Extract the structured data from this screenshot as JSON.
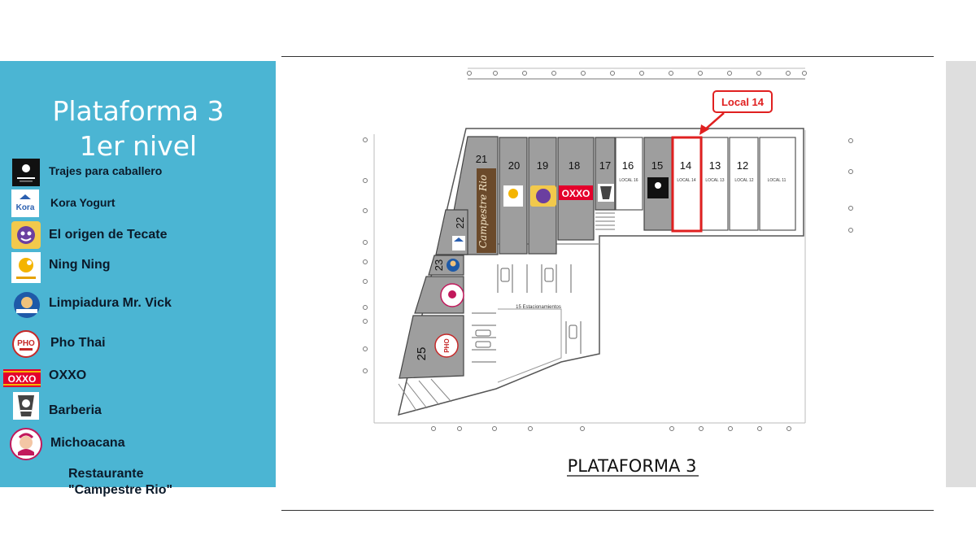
{
  "panel": {
    "title_line1": "Plataforma 3",
    "title_line2": "1er nivel",
    "background": "#4bb5d3"
  },
  "legend": [
    {
      "label": "Trajes para caballero",
      "icon": "suit-shop-logo-icon"
    },
    {
      "label": "Kora Yogurt",
      "icon": "kora-yogurt-logo-icon"
    },
    {
      "label": "El origen de Tecate",
      "icon": "el-origen-de-tecate-logo-icon"
    },
    {
      "label": "Ning Ning",
      "icon": "ning-ning-logo-icon"
    },
    {
      "label": "Limpiadura Mr. Vick",
      "icon": "limpiadura-mr-vick-logo-icon"
    },
    {
      "label": "Pho Thai",
      "icon": "pho-thai-logo-icon"
    },
    {
      "label": "OXXO",
      "icon": "oxxo-logo-icon"
    },
    {
      "label": "Barberia",
      "icon": "barberia-logo-icon"
    },
    {
      "label": "Michoacana",
      "icon": "michoacana-logo-icon"
    }
  ],
  "restaurant": {
    "line1": "Restaurante",
    "line2": "\"Campestre Rio\""
  },
  "plan": {
    "title": "PLATAFORMA 3",
    "callout": "Local 14",
    "parking_label": "15 Estacionamientos",
    "units": {
      "u21": "21",
      "u20": "20",
      "u19": "19",
      "u18": "18",
      "u17": "17",
      "u16": "16",
      "u15": "15",
      "u14": "14",
      "u13": "13",
      "u12": "12",
      "u22": "22",
      "u23": "23",
      "u25": "25"
    },
    "sublabels": {
      "s16": "LOCAL 16",
      "s14": "LOCAL 14",
      "s13": "LOCAL 13",
      "s12": "LOCAL 12",
      "s11": "LOCAL 11"
    },
    "logo_texts": {
      "oxxo": "OXXO",
      "pho": "PHO",
      "campestre": "Campestre Rio"
    },
    "colors": {
      "occupied": "#9e9e9e",
      "highlight": "#e02020",
      "callout_border": "#e02020"
    }
  }
}
